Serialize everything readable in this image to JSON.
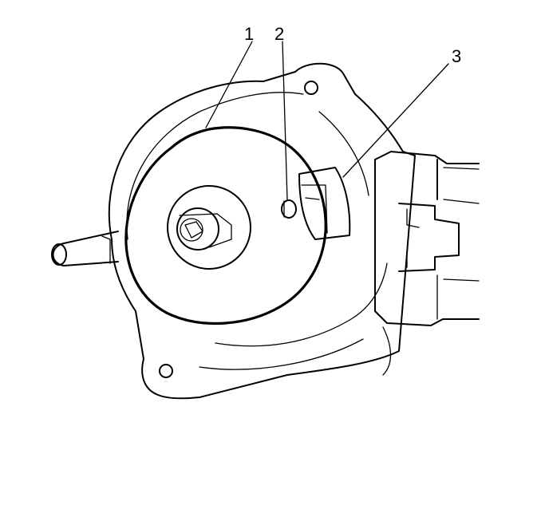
{
  "diagram": {
    "callouts": [
      {
        "id": "1",
        "label": "1"
      },
      {
        "id": "2",
        "label": "2"
      },
      {
        "id": "3",
        "label": "3"
      }
    ],
    "colors": {
      "ink": "#000000",
      "background": "#ffffff"
    }
  }
}
